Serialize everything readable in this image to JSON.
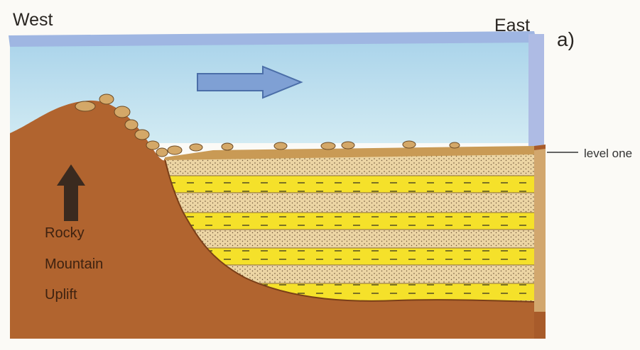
{
  "labels": {
    "west": "West",
    "east": "East",
    "panel": "a)",
    "level": "level one",
    "uplift_line1": "Rocky",
    "uplift_line2": "Mountain",
    "uplift_line3": "Uplift"
  },
  "colors": {
    "sky": "#bfe0ef",
    "sky_top": "#9fb6e2",
    "mountain": "#b1642f",
    "sand": "#ecd5a4",
    "yellow_band": "#f5e12a",
    "gravel": "#c99a55",
    "arrow_flow": "#7fa0d4",
    "arrow_uplift": "#3a2a1f"
  }
}
